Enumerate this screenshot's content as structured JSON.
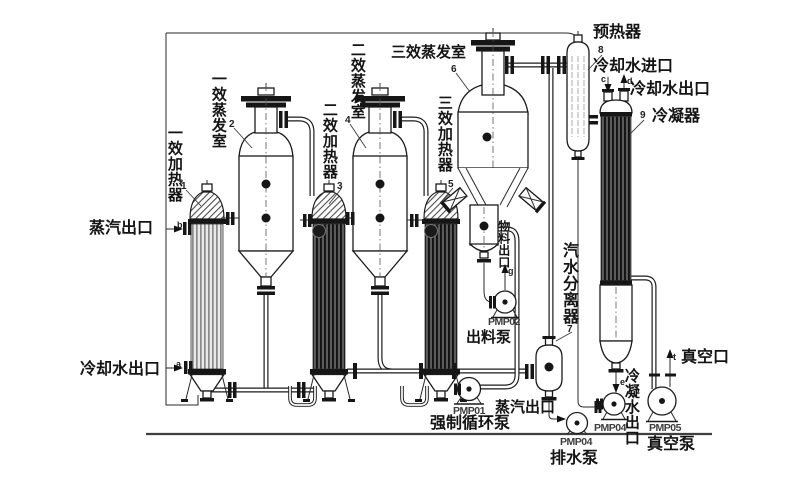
{
  "diagram": {
    "equipment": {
      "effect1_heater": {
        "label": "一效加热器",
        "number": "1"
      },
      "effect1_evaporator": {
        "label": "一效蒸发室",
        "number": "2"
      },
      "effect2_heater": {
        "label": "二效加热器",
        "number": "3"
      },
      "effect2_evaporator": {
        "label": "二效蒸发室",
        "number": "4"
      },
      "effect3_heater": {
        "label": "三效加热器",
        "number": "5"
      },
      "effect3_evaporator": {
        "label": "三效蒸发室",
        "number": "6"
      },
      "separator": {
        "label": "汽水分离器",
        "number": "7"
      },
      "preheater": {
        "label": "预热器",
        "number": "8"
      },
      "condenser": {
        "label": "冷凝器",
        "number": "9"
      }
    },
    "streams": {
      "steam_outlet_left": "蒸汽出口",
      "cooling_water_outlet_left": "冷却水出口",
      "cooling_water_inlet": "冷却水进口",
      "cooling_water_outlet_right": "冷却水出口",
      "material_outlet": "物料出口",
      "steam_outlet_bottom": "蒸汽出口",
      "condensate_water_outlet": "冷凝水出口",
      "vacuum_port": "真空口"
    },
    "pumps": {
      "circulation": {
        "tag": "PMP01",
        "name": "强制循环泵"
      },
      "discharge": {
        "tag": "PMP02",
        "name": "出料泵"
      },
      "drain": {
        "tag": "PMP04",
        "name": "排水泵"
      },
      "condensate": {
        "tag": "PMP04"
      },
      "vacuum": {
        "tag": "PMP05",
        "name": "真空泵"
      }
    },
    "points": {
      "a": "a",
      "b": "b",
      "c": "c",
      "d": "d",
      "e": "e",
      "g": "g",
      "t": "t"
    }
  }
}
